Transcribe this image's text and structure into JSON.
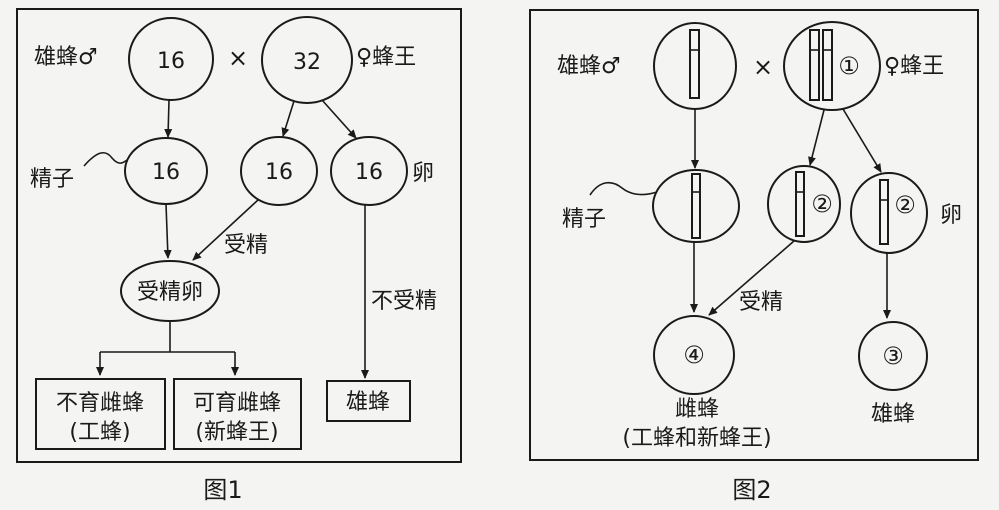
{
  "figure1": {
    "caption": "图1",
    "male_label": "雄蜂♂",
    "female_label": "♀蜂王",
    "cross_symbol": "×",
    "male_chromosomes": "16",
    "queen_chromosomes": "32",
    "sperm_label": "精子",
    "sperm_chromosomes": "16",
    "egg_a_chromosomes": "16",
    "egg_b_chromosomes": "16",
    "egg_label": "卵",
    "fertilization_label": "受精",
    "no_fertilization_label": "不受精",
    "zygote_label": "受精卵",
    "sterile_female_line1": "不育雌蜂",
    "sterile_female_line2": "(工蜂)",
    "fertile_female_line1": "可育雌蜂",
    "fertile_female_line2": "(新蜂王)",
    "male_offspring": "雄蜂"
  },
  "figure2": {
    "caption": "图2",
    "male_label": "雄蜂♂",
    "female_label": "♀蜂王",
    "cross_symbol": "×",
    "marker_1": "①",
    "marker_2a": "②",
    "marker_2b": "②",
    "marker_3": "③",
    "marker_4": "④",
    "sperm_label": "精子",
    "egg_label": "卵",
    "fertilization_label": "受精",
    "female_offspring": "雌蜂",
    "female_offspring_note": "(工蜂和新蜂王)",
    "male_offspring": "雄蜂"
  }
}
